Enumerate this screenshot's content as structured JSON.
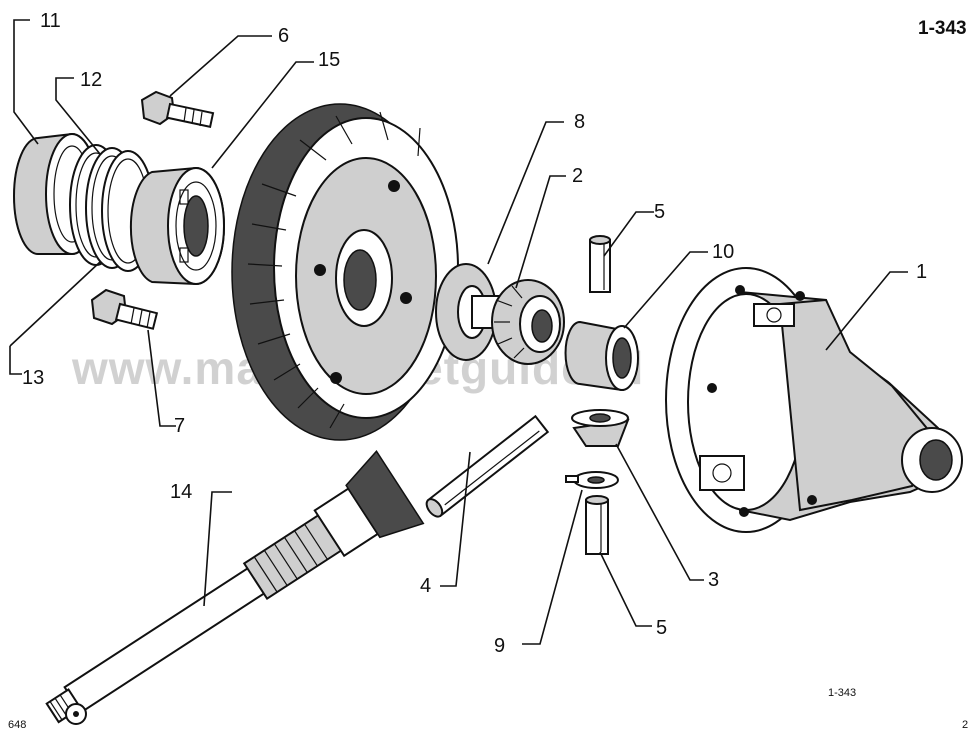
{
  "figure": {
    "top_ref": "1-343",
    "bottom_ref": "1-343",
    "bottom_left_code": "648",
    "bottom_right_code": "2",
    "watermark": "www.manualsnetguide.nl"
  },
  "callouts": {
    "c1": "1",
    "c2": "2",
    "c3": "3",
    "c4": "4",
    "c5a": "5",
    "c5b": "5",
    "c6": "6",
    "c7": "7",
    "c8": "8",
    "c9": "9",
    "c10": "10",
    "c11": "11",
    "c12": "12",
    "c13": "13",
    "c14": "14",
    "c15": "15"
  },
  "icons": {
    "outer_bearing_cup": "bearing-cup-icon",
    "shims": "shim-rings-icon",
    "roller_bearing": "roller-bearing-icon",
    "bolts": "hex-bolt-icon",
    "ring_gear": "ring-gear-icon",
    "pinion_shaft": "pinion-shaft-icon",
    "differential_case": "differential-case-icon"
  }
}
